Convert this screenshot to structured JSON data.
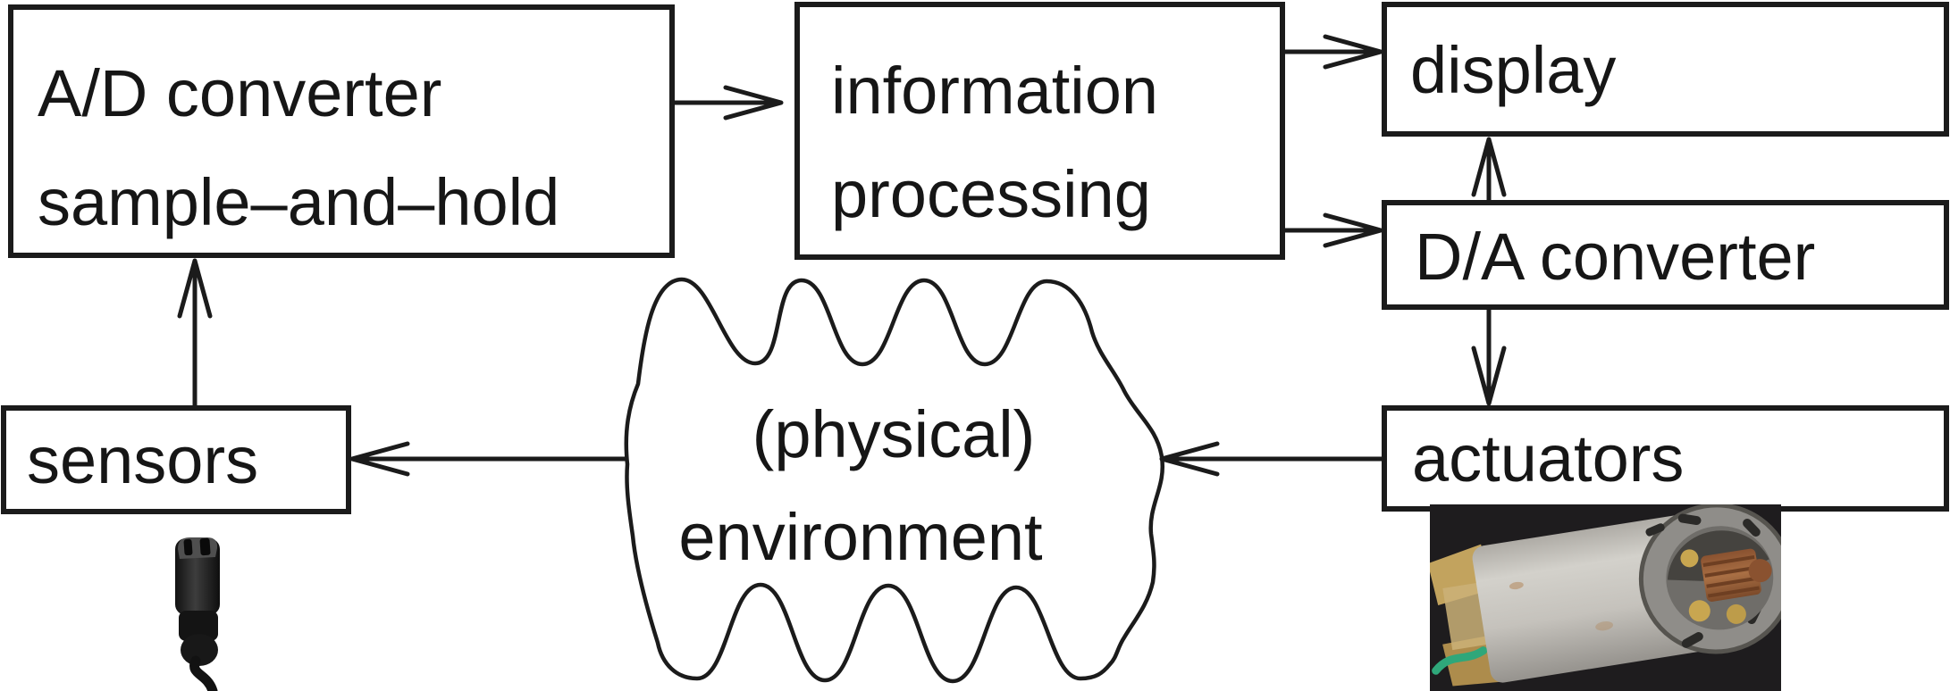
{
  "diagram": {
    "nodes": {
      "ad_converter": {
        "line1": "A/D converter",
        "line2": "sample–and–hold"
      },
      "information_processing": {
        "line1": "information",
        "line2": "processing"
      },
      "display": {
        "label": "display"
      },
      "da_converter": {
        "label": "D/A converter"
      },
      "sensors": {
        "label": "sensors"
      },
      "actuators": {
        "label": "actuators"
      },
      "environment": {
        "line1": "(physical)",
        "line2": "environment"
      }
    },
    "edges": [
      {
        "from": "A/D converter sample-and-hold",
        "to": "information processing"
      },
      {
        "from": "information processing",
        "to": "display"
      },
      {
        "from": "information processing",
        "to": "D/A converter"
      },
      {
        "from": "D/A converter",
        "to": "display"
      },
      {
        "from": "D/A converter",
        "to": "actuators"
      },
      {
        "from": "actuators",
        "to": "(physical) environment"
      },
      {
        "from": "(physical) environment",
        "to": "sensors"
      },
      {
        "from": "sensors",
        "to": "A/D converter sample-and-hold"
      }
    ],
    "photos": {
      "sensor_photo": "lavalier-microphone-photo",
      "actuator_photo": "dc-motor-photo"
    },
    "colors": {
      "background": "#ffffff",
      "stroke": "#1b1b1b",
      "text": "#161616",
      "photo_background": "#232023",
      "motor_body": "#c9c6c0",
      "motor_endcap": "#8f8d89",
      "brass": "#bd9c55",
      "rust": "#9a5c33",
      "wire_green": "#2fa77a"
    }
  }
}
